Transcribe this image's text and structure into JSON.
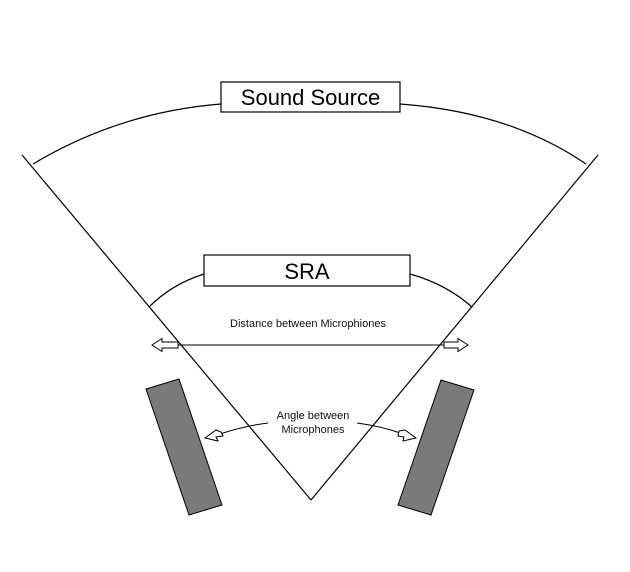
{
  "labels": {
    "sound_source": "Sound Source",
    "sra": "SRA",
    "distance_between_microphones": "Distance between Microphiones",
    "angle_between_line1": "Angle between",
    "angle_between_line2": "Microphones"
  },
  "colors": {
    "stroke": "#000000",
    "microphone_fill": "#7a7a7a",
    "background": "#ffffff"
  }
}
